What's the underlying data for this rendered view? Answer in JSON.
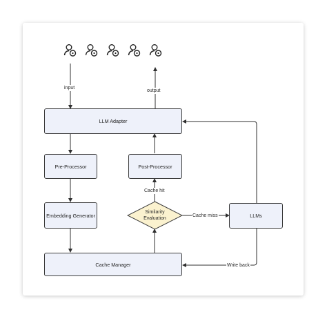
{
  "users": [
    "user-1",
    "user-2",
    "user-3",
    "user-4",
    "user-5"
  ],
  "nodes": {
    "llm_adapter": "LLM Adapter",
    "pre_processor": "Pre-Processor",
    "post_processor": "Post-Processor",
    "embedding_generator": "Embedding Generator",
    "similarity_line1": "Similarity",
    "similarity_line2": "Evaluation",
    "llms": "LLMs",
    "cache_manager": "Cache Manager"
  },
  "edge_labels": {
    "input": "input",
    "output": "output",
    "cache_hit": "Cache hit",
    "cache_miss": "Cache miss",
    "write_back": "Write back"
  },
  "colors": {
    "node_fill": "#eef1fa",
    "diamond_fill": "#fbf2cf",
    "stroke": "#3a3a3a"
  }
}
